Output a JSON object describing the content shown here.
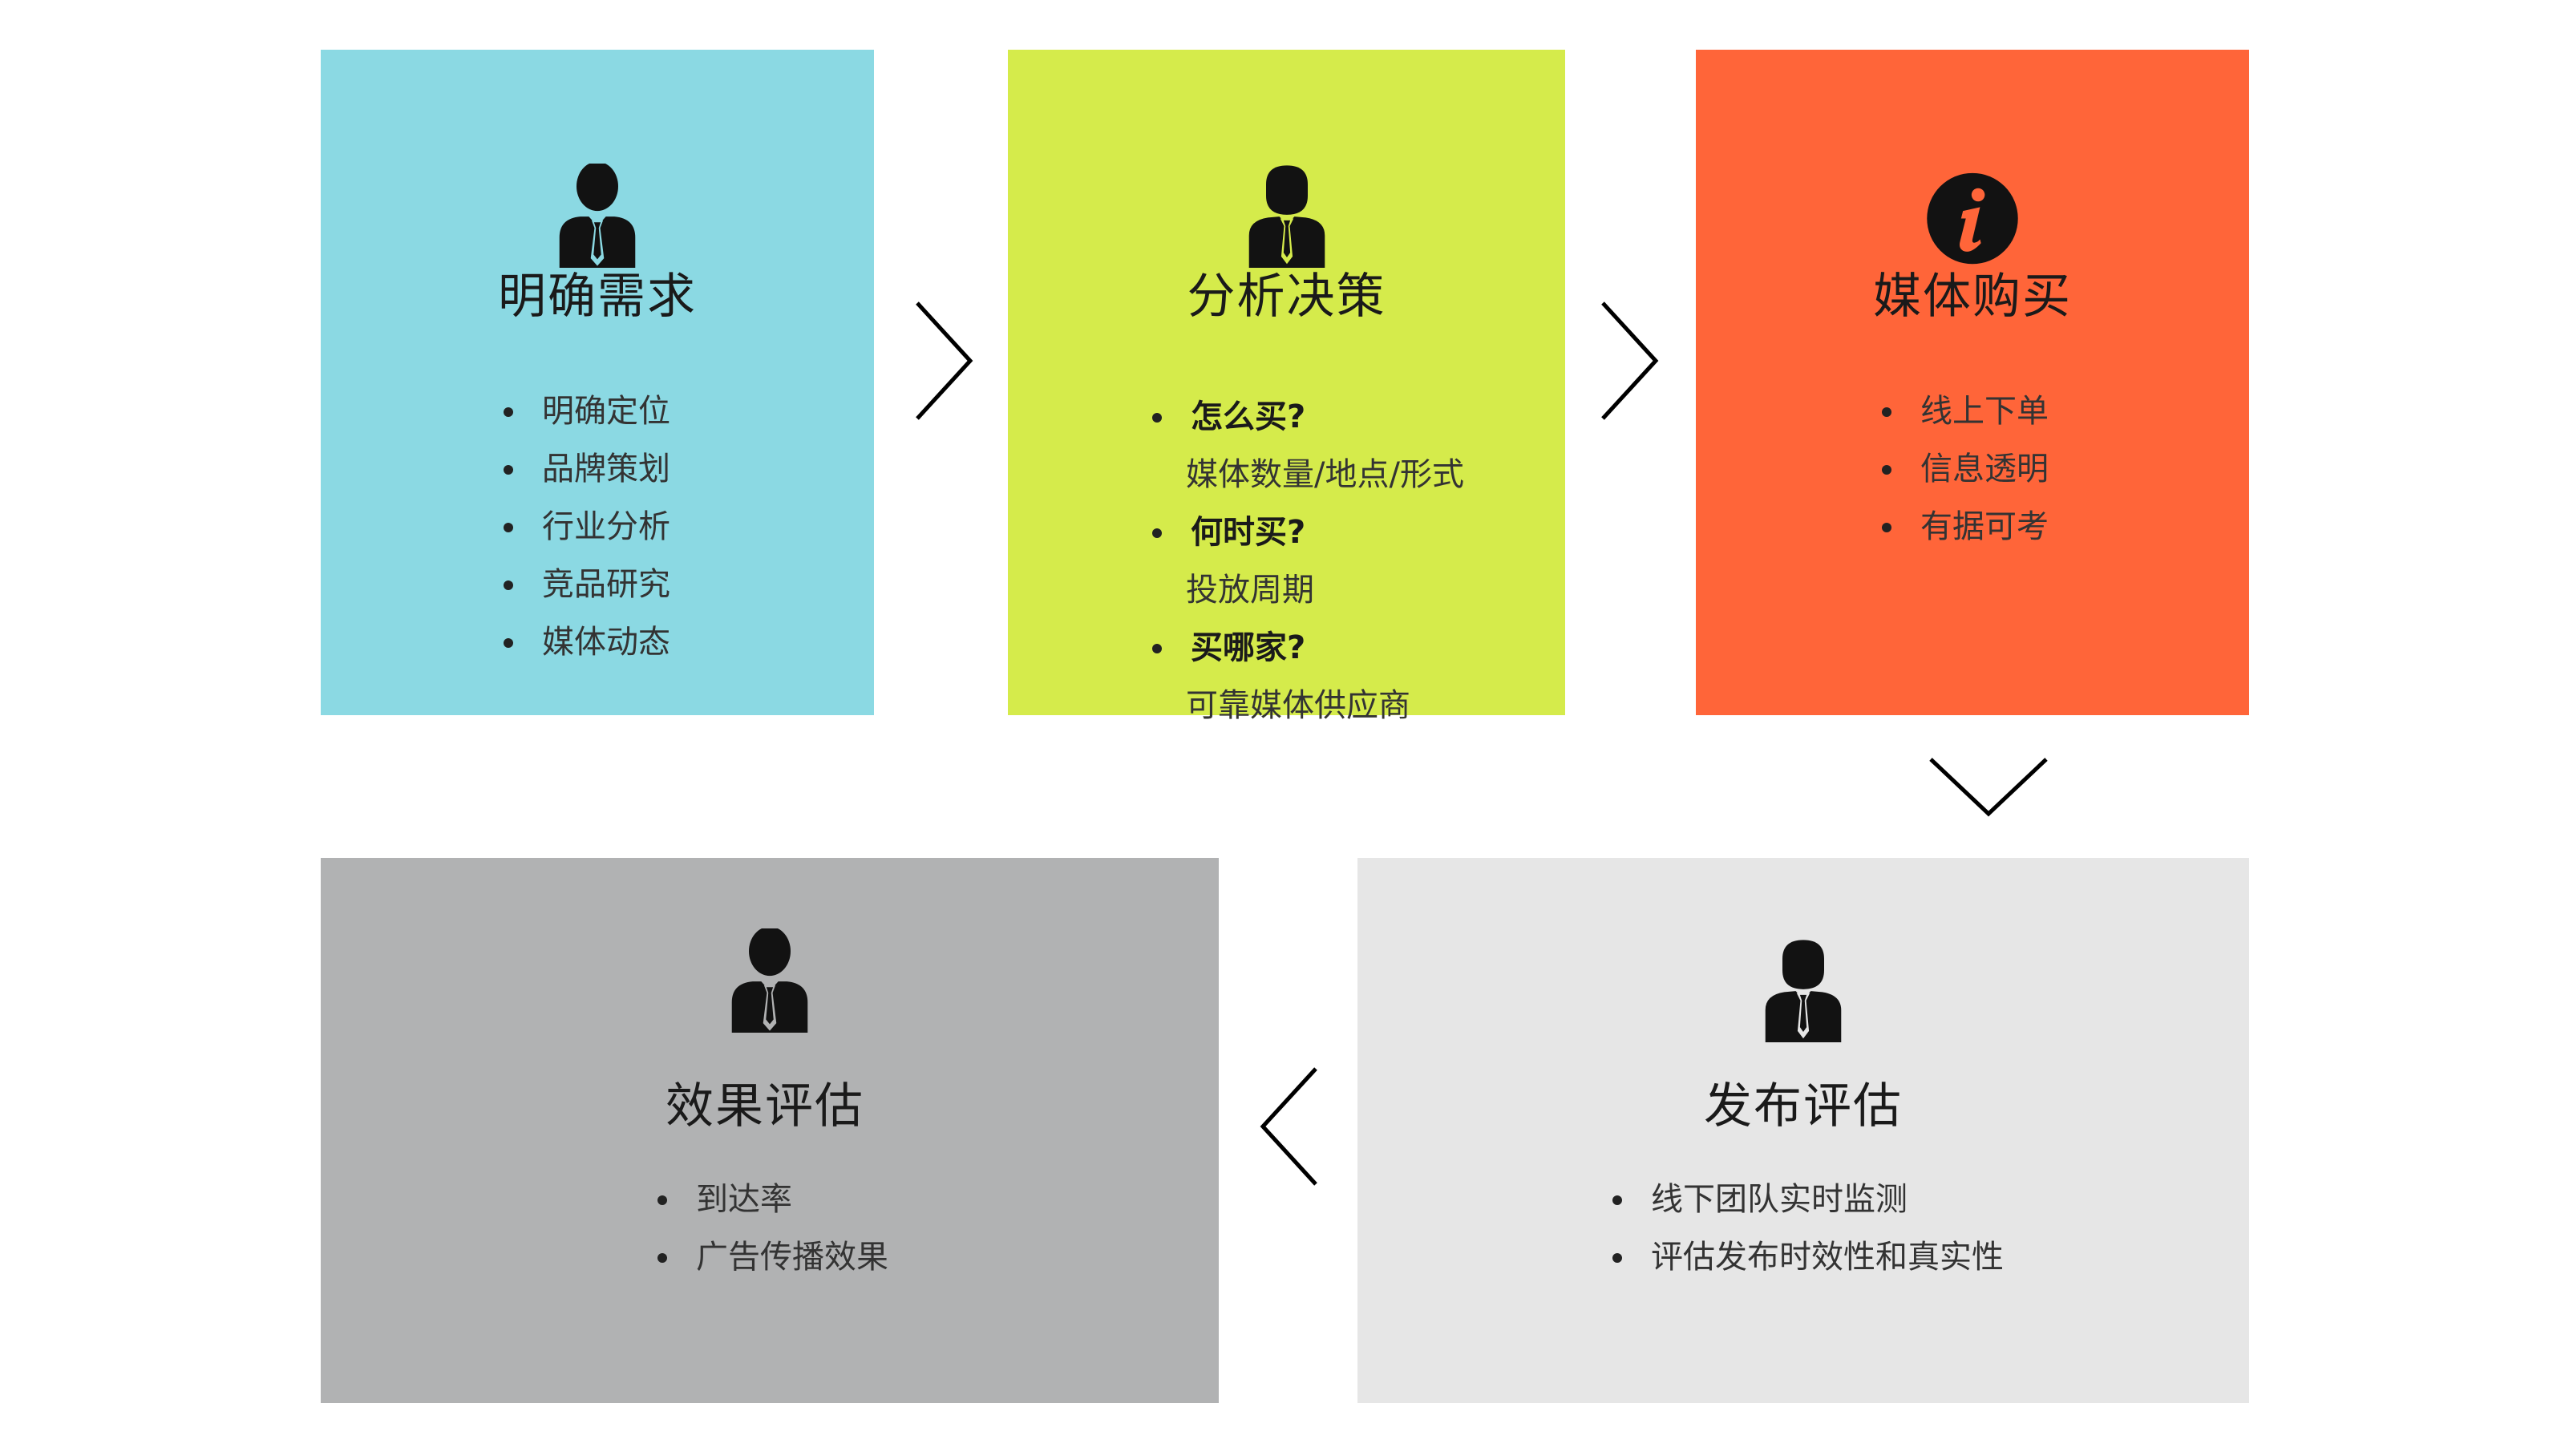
{
  "colors": {
    "card1": "#8bd9e3",
    "card2": "#d5eb4b",
    "card3": "#ff6539",
    "card4": "#b1b2b3",
    "card5": "#e6e6e6",
    "icon": "#121212",
    "arrow": "#000000"
  },
  "cards": [
    {
      "title": "明确需求",
      "icon": "person-icon",
      "items": [
        "明确定位",
        "品牌策划",
        "行业分析",
        "竞品研究",
        "媒体动态"
      ]
    },
    {
      "title": "分析决策",
      "icon": "businessman-icon",
      "questions": [
        {
          "q": "怎么买?",
          "a": "媒体数量/地点/形式"
        },
        {
          "q": "何时买?",
          "a": "投放周期"
        },
        {
          "q": "买哪家?",
          "a": "可靠媒体供应商"
        }
      ]
    },
    {
      "title": "媒体购买",
      "icon": "info-icon",
      "items": [
        "线上下单",
        "信息透明",
        "有据可考"
      ]
    },
    {
      "title": "效果评估",
      "icon": "person-icon",
      "items": [
        "到达率",
        "广告传播效果"
      ]
    },
    {
      "title": "发布评估",
      "icon": "businessman-icon",
      "items": [
        "线下团队实时监测",
        "评估发布时效性和真实性"
      ]
    }
  ]
}
